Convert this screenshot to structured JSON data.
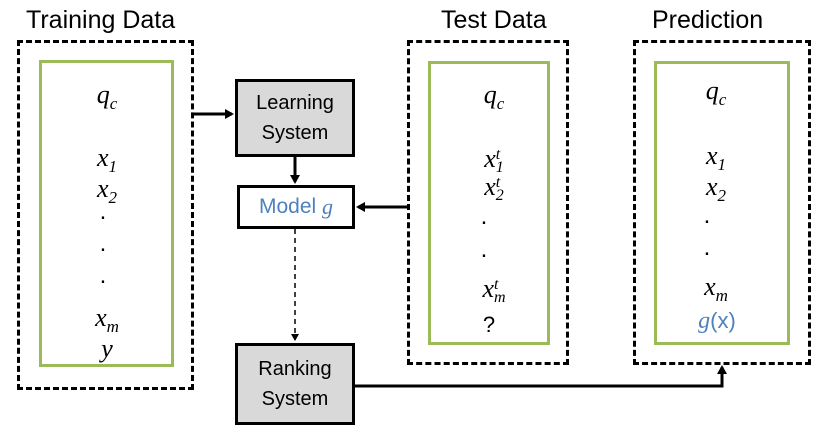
{
  "titles": {
    "training": "Training Data",
    "test": "Test Data",
    "prediction": "Prediction"
  },
  "training_items": {
    "qc": "q",
    "qc_sub": "c",
    "x1": "x",
    "x1_sub": "1",
    "x2": "x",
    "x2_sub": "2",
    "dot": ".",
    "xm": "x",
    "xm_sub": "m",
    "y": "y"
  },
  "test_items": {
    "qc": "q",
    "qc_sub": "c",
    "x1t": "x",
    "x1t_sup": "t",
    "x1t_sub": "1",
    "x2t": "x",
    "x2t_sup": "t",
    "x2t_sub": "2",
    "dot": ".",
    "xmt": "x",
    "xmt_sup": "t",
    "xmt_sub": "m",
    "unknown": "?"
  },
  "prediction_items": {
    "qc": "q",
    "qc_sub": "c",
    "x1": "x",
    "x1_sub": "1",
    "x2": "x",
    "x2_sub": "2",
    "dot": ".",
    "xm": "x",
    "xm_sub": "m",
    "gx_g": "g",
    "gx_rest": "(x)"
  },
  "boxes": {
    "learning_line1": "Learning",
    "learning_line2": "System",
    "model_prefix": "Model ",
    "model_var": "g",
    "ranking_line1": "Ranking",
    "ranking_line2": "System"
  },
  "colors": {
    "green_border": "#9bbb59",
    "grey_fill": "#d9d9d9",
    "blue_text": "#4f81bd"
  }
}
